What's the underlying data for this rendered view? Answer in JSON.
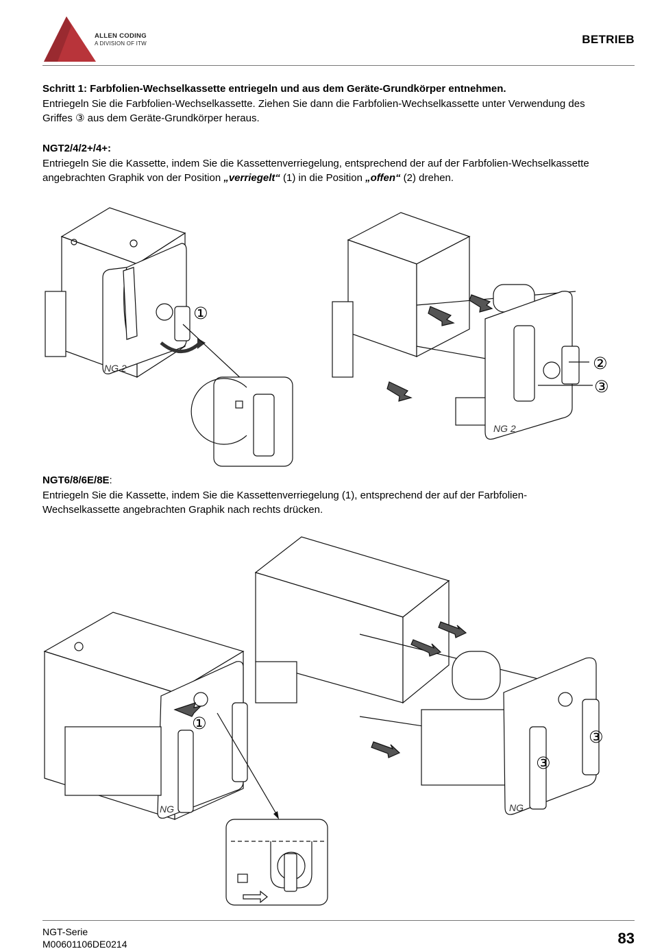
{
  "header": {
    "brand": "ALLEN CODING",
    "division": "A DIVISION OF ITW",
    "section": "BETRIEB",
    "colors": {
      "logo_red": "#b8343a",
      "rule_gray": "#777777"
    }
  },
  "step1": {
    "heading": "Schritt 1: Farbfolien-Wechselkassette entriegeln und aus dem Geräte-Grundkörper entnehmen.",
    "line1": "Entriegeln Sie die Farbfolien-Wechselkassette. Ziehen Sie dann die Farbfolien-Wechselkassette unter Verwendung des",
    "line2": "Griffes ③ aus dem Geräte-Grundkörper heraus."
  },
  "ngt24": {
    "heading": "NGT2/4/2+/4+:",
    "line1": "Entriegeln Sie die Kassette, indem Sie die Kassettenverriegelung, entsprechend der auf der Farbfolien-Wechselkassette",
    "line2_a": "angebrachten Graphik von der Position ",
    "line2_b": "„verriegelt“",
    "line2_c": " (1) in die Position ",
    "line2_d": "„offen“",
    "line2_e": " (2) drehen."
  },
  "ngt68": {
    "heading": "NGT6/8/6E/8E",
    "colon": ":",
    "line1": "Entriegeln Sie die Kassette, indem Sie die Kassettenverriegelung (1), entsprechend der auf der Farbfolien-",
    "line2": "Wechselkassette angebrachten Graphik nach rechts  drücken."
  },
  "figure1": {
    "callout_1": "①",
    "callout_2": "②",
    "callout_3": "③",
    "device_label_a": "NG 2",
    "device_label_b": "NG 2"
  },
  "figure2": {
    "callout_1": "①",
    "callout_3a": "③",
    "callout_3b": "③",
    "device_label_a": "NG",
    "device_label_b": "NG"
  },
  "footer": {
    "series": "NGT-Serie",
    "doc_no": "M00601106DE0214",
    "page": "83"
  }
}
